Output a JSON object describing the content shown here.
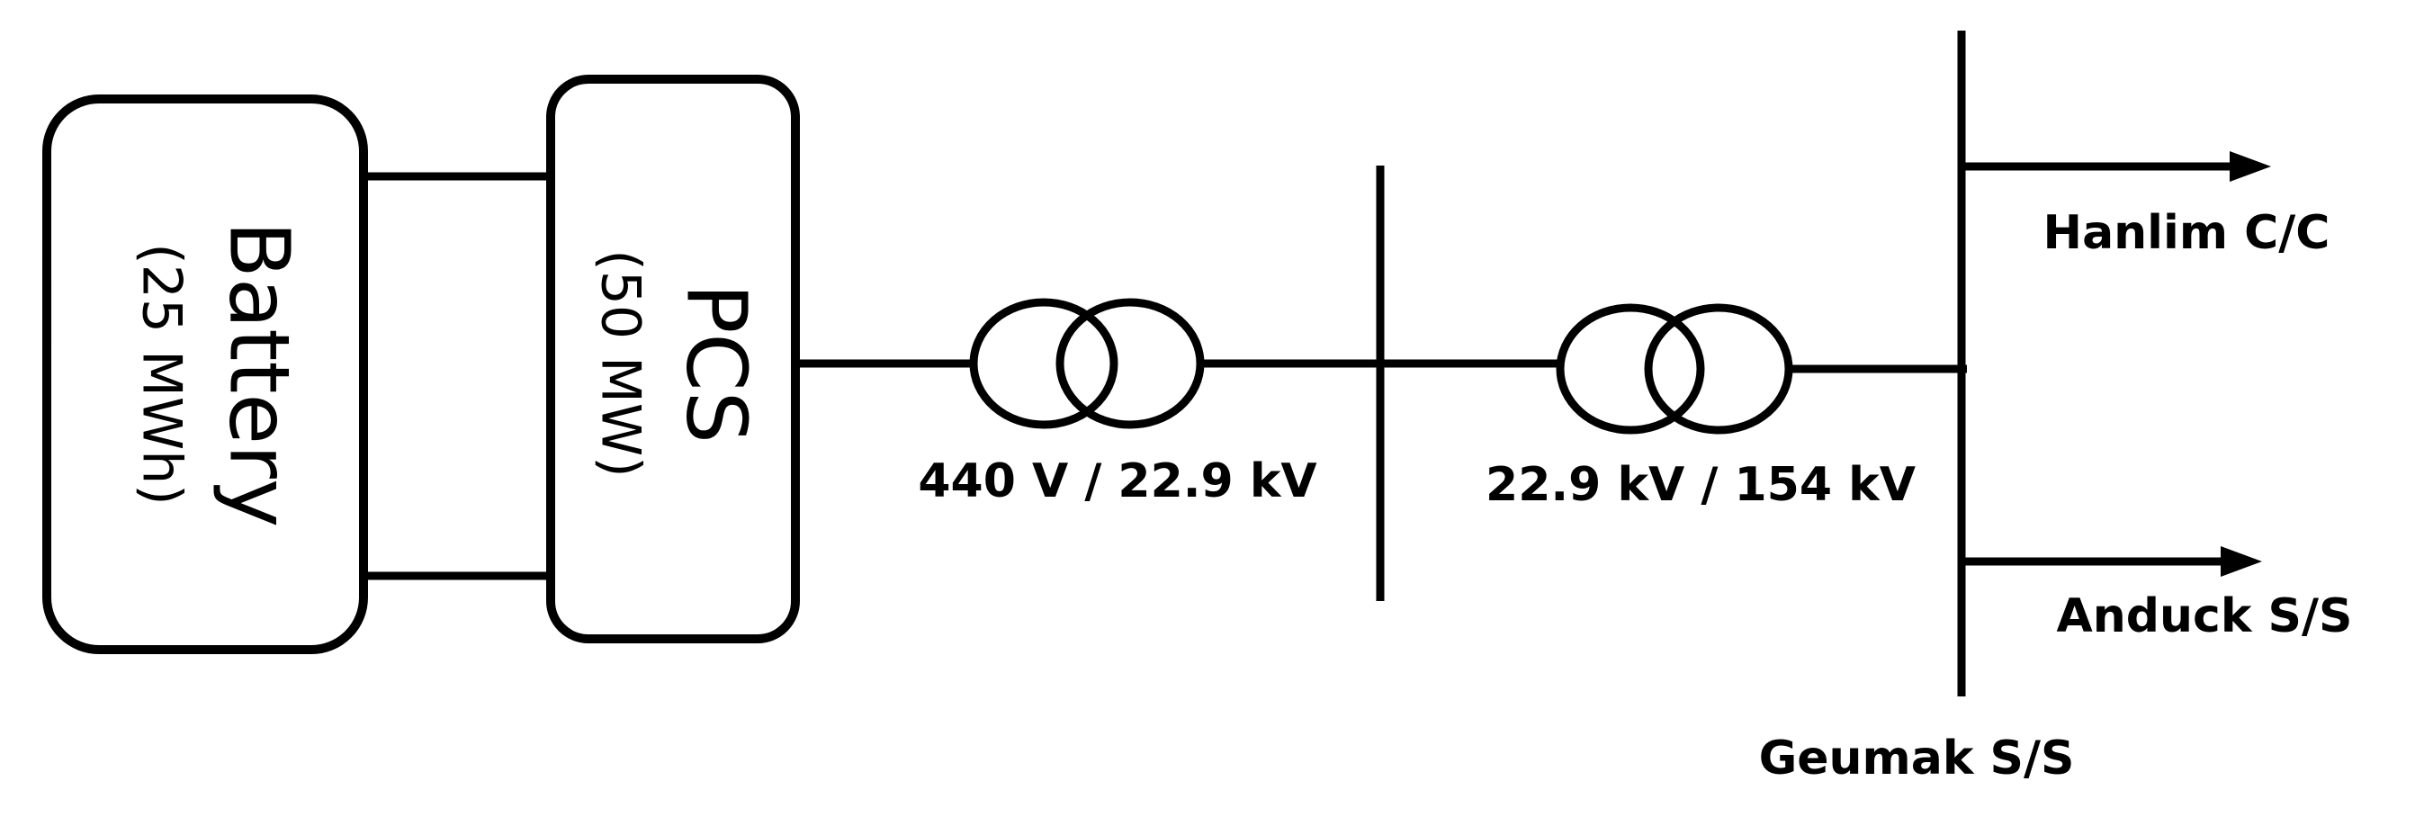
{
  "battery": {
    "name": "Battery",
    "rating": "(25 MWh)"
  },
  "pcs": {
    "name": "PCS",
    "rating": "(50 MW)"
  },
  "transformer_1": {
    "label": "440 V / 22.9 kV"
  },
  "transformer_2": {
    "label": "22.9 kV / 154 kV"
  },
  "substation": {
    "label": "Geumak S/S"
  },
  "outputs": [
    {
      "label": "Hanlim C/C"
    },
    {
      "label": "Anduck S/S"
    }
  ]
}
